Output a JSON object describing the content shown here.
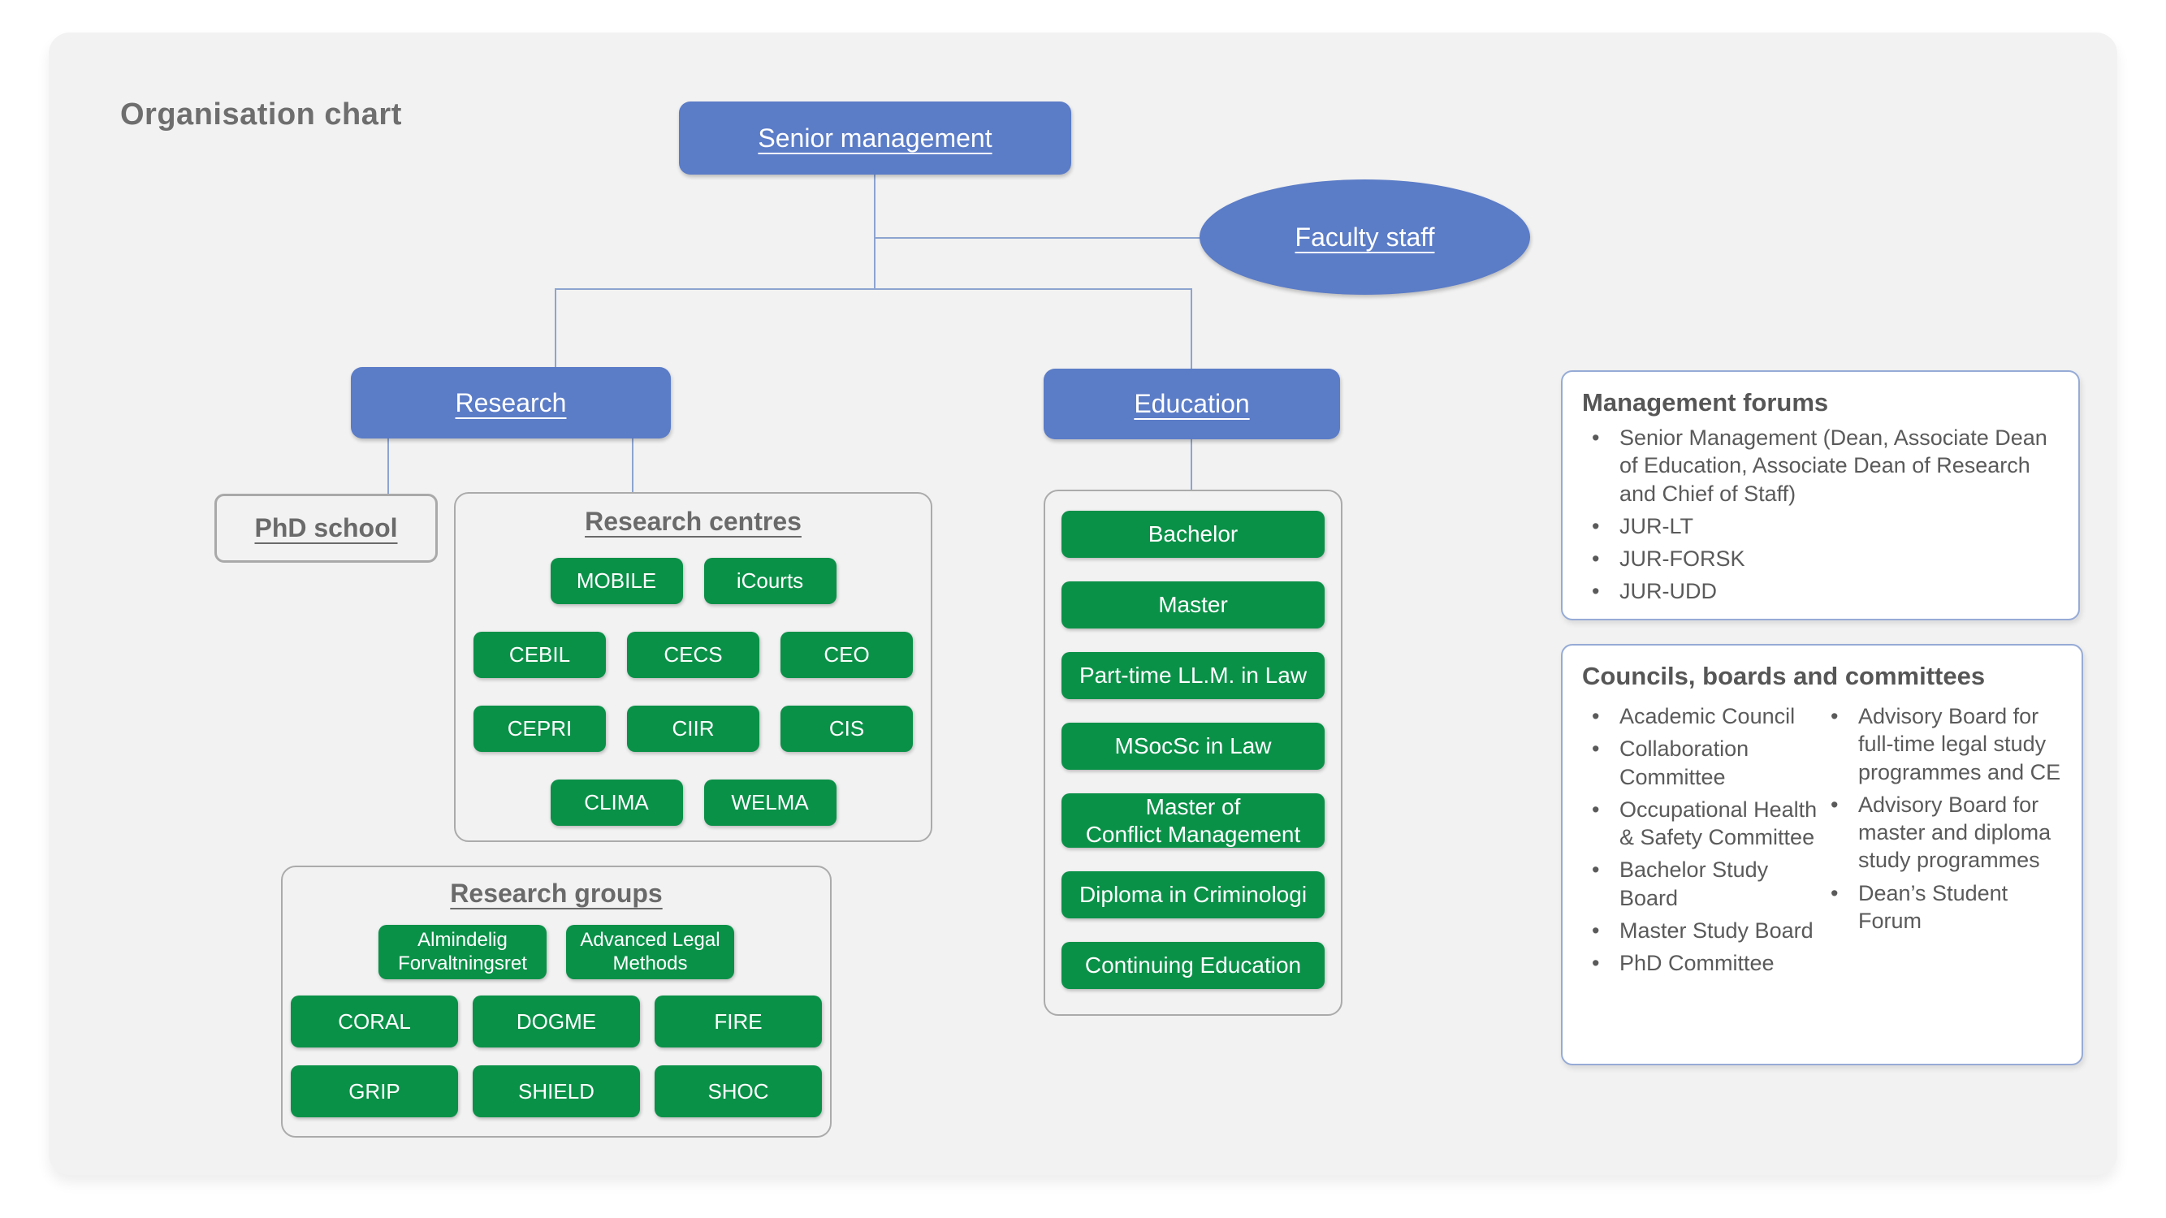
{
  "title": "Organisation chart",
  "nodes": {
    "senior_management": "Senior management",
    "faculty_staff": "Faculty staff",
    "research": "Research",
    "education": "Education",
    "phd_school": "PhD school"
  },
  "research_centres": {
    "header": "Research centres",
    "row1": [
      "MOBILE",
      "iCourts"
    ],
    "row2": [
      "CEBIL",
      "CECS",
      "CEO"
    ],
    "row3": [
      "CEPRI",
      "CIIR",
      "CIS"
    ],
    "row4": [
      "CLIMA",
      "WELMA"
    ]
  },
  "research_groups": {
    "header": "Research groups",
    "row1": [
      "Almindelig\nForvaltningsret",
      "Advanced Legal\nMethods"
    ],
    "row2": [
      "CORAL",
      "DOGME",
      "FIRE"
    ],
    "row3": [
      "GRIP",
      "SHIELD",
      "SHOC"
    ]
  },
  "education_programmes": [
    "Bachelor",
    "Master",
    "Part-time LL.M. in Law",
    "MSocSc in Law",
    "Master of\nConflict Management",
    "Diploma in Criminologi",
    "Continuing Education"
  ],
  "management_forums": {
    "title": "Management forums",
    "items": [
      "Senior Management (Dean, Associate Dean of Education, Associate Dean of Research and Chief of Staff)",
      "JUR-LT",
      "JUR-FORSK",
      "JUR-UDD"
    ]
  },
  "councils": {
    "title": "Councils, boards and committees",
    "left_items": [
      "Academic Council",
      "Collaboration Committee",
      "Occupational Health & Safety Committee",
      "Bachelor Study Board",
      "Master Study Board",
      "PhD Committee"
    ],
    "right_items": [
      "Advisory Board for full-time legal study programmes and CE",
      "Advisory Board for master and diploma study programmes",
      "Dean’s Student Forum"
    ]
  },
  "colors": {
    "node_blue": "#5b7cc7",
    "box_green": "#0a9148",
    "connector": "#8da4d0",
    "canvas_gray": "#f2f2f2"
  }
}
